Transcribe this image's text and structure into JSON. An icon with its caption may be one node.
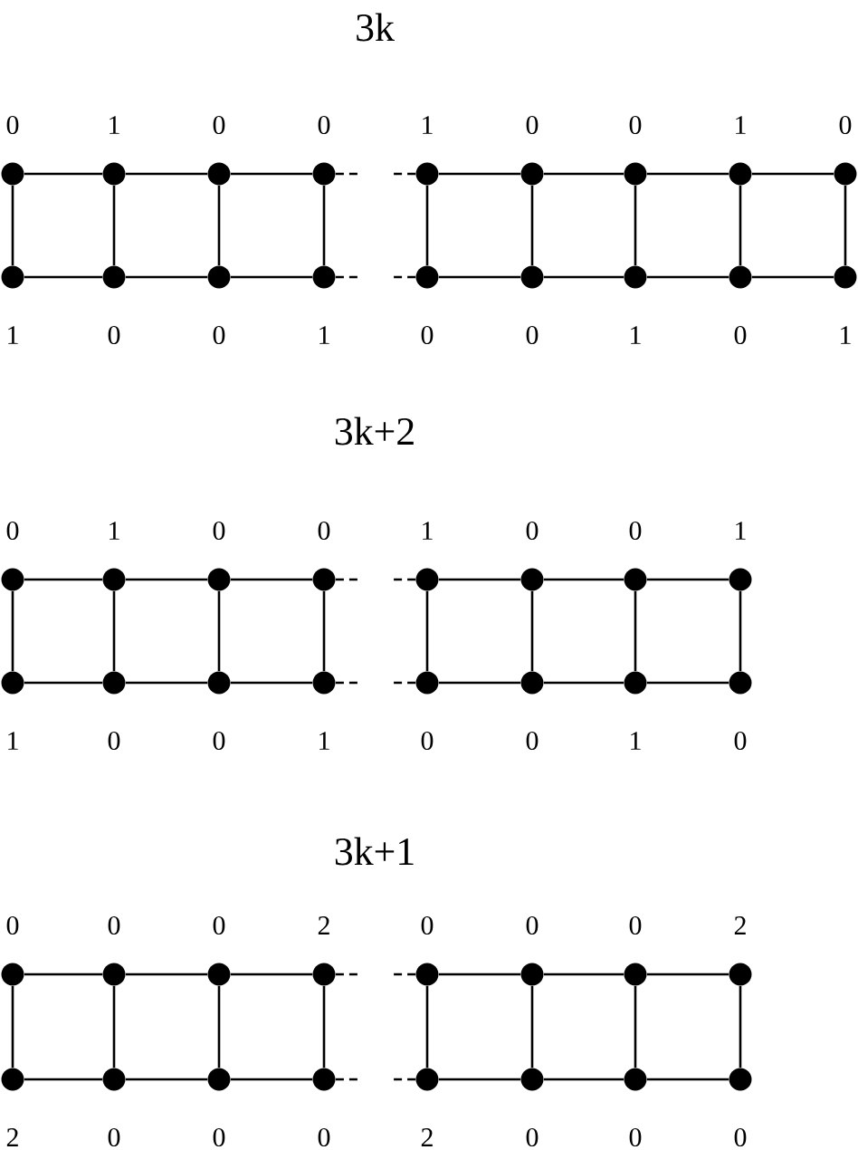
{
  "diagram": {
    "nodes": [
      {
        "text": [],
        "shape": "circle",
        "beside": [
          "0"
        ]
      },
      {
        "text": [],
        "shape": "circle",
        "beside": [
          "1"
        ]
      },
      {
        "text": [],
        "shape": "circle",
        "beside": [
          "0"
        ]
      },
      {
        "text": [],
        "shape": "circle",
        "beside": [
          "0"
        ]
      },
      {
        "text": [],
        "shape": "circle",
        "beside": [
          "1"
        ]
      },
      {
        "text": [],
        "shape": "circle",
        "beside": [
          "0"
        ]
      },
      {
        "text": [],
        "shape": "circle",
        "beside": [
          "0"
        ]
      },
      {
        "text": [],
        "shape": "circle",
        "beside": [
          "1"
        ]
      },
      {
        "text": [],
        "shape": "circle",
        "beside": [
          "0"
        ]
      },
      {
        "text": [],
        "shape": "circle",
        "beside": [
          "1"
        ]
      },
      {
        "text": [],
        "shape": "circle",
        "beside": [
          "0"
        ]
      },
      {
        "text": [],
        "shape": "circle",
        "beside": [
          "0"
        ]
      },
      {
        "text": [],
        "shape": "circle",
        "beside": [
          "1"
        ]
      },
      {
        "text": [],
        "shape": "circle",
        "beside": [
          "0"
        ]
      },
      {
        "text": [],
        "shape": "circle",
        "beside": [
          "0"
        ]
      },
      {
        "text": [],
        "shape": "circle",
        "beside": [
          "1"
        ]
      },
      {
        "text": [],
        "shape": "circle",
        "beside": [
          "0"
        ]
      },
      {
        "text": [],
        "shape": "circle",
        "beside": [
          "1"
        ]
      },
      {
        "text": [],
        "shape": "circle",
        "beside": [
          "0"
        ]
      },
      {
        "text": [],
        "shape": "circle",
        "beside": [
          "1"
        ]
      },
      {
        "text": [],
        "shape": "circle",
        "beside": [
          "0"
        ]
      },
      {
        "text": [],
        "shape": "circle",
        "beside": [
          "0"
        ]
      },
      {
        "text": [],
        "shape": "circle",
        "beside": [
          "1"
        ]
      },
      {
        "text": [],
        "shape": "circle",
        "beside": [
          "0"
        ]
      },
      {
        "text": [],
        "shape": "circle",
        "beside": [
          "0"
        ]
      },
      {
        "text": [],
        "shape": "circle",
        "beside": [
          "1"
        ]
      },
      {
        "text": [],
        "shape": "circle",
        "beside": [
          "1"
        ]
      },
      {
        "text": [],
        "shape": "circle",
        "beside": [
          "0"
        ]
      },
      {
        "text": [],
        "shape": "circle",
        "beside": [
          "0"
        ]
      },
      {
        "text": [],
        "shape": "circle",
        "beside": [
          "1"
        ]
      },
      {
        "text": [],
        "shape": "circle",
        "beside": [
          "0"
        ]
      },
      {
        "text": [],
        "shape": "circle",
        "beside": [
          "0"
        ]
      },
      {
        "text": [],
        "shape": "circle",
        "beside": [
          "1"
        ]
      },
      {
        "text": [],
        "shape": "circle",
        "beside": [
          "0"
        ]
      },
      {
        "text": [],
        "shape": "circle",
        "beside": [
          "0"
        ]
      },
      {
        "text": [],
        "shape": "circle",
        "beside": [
          "0"
        ]
      },
      {
        "text": [],
        "shape": "circle",
        "beside": [
          "0"
        ]
      },
      {
        "text": [],
        "shape": "circle",
        "beside": [
          "2"
        ]
      },
      {
        "text": [],
        "shape": "circle",
        "beside": [
          "0"
        ]
      },
      {
        "text": [],
        "shape": "circle",
        "beside": [
          "0"
        ]
      },
      {
        "text": [],
        "shape": "circle",
        "beside": [
          "0"
        ]
      },
      {
        "text": [],
        "shape": "circle",
        "beside": [
          "2"
        ]
      },
      {
        "text": [],
        "shape": "circle",
        "beside": [
          "2"
        ]
      },
      {
        "text": [],
        "shape": "circle",
        "beside": [
          "0"
        ]
      },
      {
        "text": [],
        "shape": "circle",
        "beside": [
          "0"
        ]
      },
      {
        "text": [],
        "shape": "circle",
        "beside": [
          "0"
        ]
      },
      {
        "text": [],
        "shape": "circle",
        "beside": [
          "2"
        ]
      },
      {
        "text": [],
        "shape": "circle",
        "beside": [
          "0"
        ]
      },
      {
        "text": [],
        "shape": "circle",
        "beside": [
          "0"
        ]
      },
      {
        "text": [],
        "shape": "circle",
        "beside": [
          "0"
        ]
      }
    ],
    "edges": [
      {
        "from": 0,
        "to": 1,
        "arrow": "none"
      },
      {
        "from": 1,
        "to": 2,
        "arrow": "none"
      },
      {
        "from": 2,
        "to": 3,
        "arrow": "none"
      },
      {
        "from": 3,
        "to": null,
        "arrow": "none",
        "style": "dashed"
      },
      {
        "from": 4,
        "to": null,
        "arrow": "none",
        "style": "dashed"
      },
      {
        "from": 4,
        "to": 5,
        "arrow": "none"
      },
      {
        "from": 5,
        "to": 6,
        "arrow": "none"
      },
      {
        "from": 6,
        "to": 7,
        "arrow": "none"
      },
      {
        "from": 7,
        "to": 8,
        "arrow": "none"
      },
      {
        "from": 9,
        "to": 10,
        "arrow": "none"
      },
      {
        "from": 10,
        "to": 11,
        "arrow": "none"
      },
      {
        "from": 11,
        "to": 12,
        "arrow": "none"
      },
      {
        "from": 12,
        "to": null,
        "arrow": "none",
        "style": "dashed"
      },
      {
        "from": 13,
        "to": null,
        "arrow": "none",
        "style": "dashed"
      },
      {
        "from": 13,
        "to": 14,
        "arrow": "none"
      },
      {
        "from": 14,
        "to": 15,
        "arrow": "none"
      },
      {
        "from": 15,
        "to": 16,
        "arrow": "none"
      },
      {
        "from": 16,
        "to": 17,
        "arrow": "none"
      },
      {
        "from": 0,
        "to": 9,
        "arrow": "none"
      },
      {
        "from": 1,
        "to": 10,
        "arrow": "none"
      },
      {
        "from": 2,
        "to": 11,
        "arrow": "none"
      },
      {
        "from": 3,
        "to": 12,
        "arrow": "none"
      },
      {
        "from": 4,
        "to": 13,
        "arrow": "none"
      },
      {
        "from": 5,
        "to": 14,
        "arrow": "none"
      },
      {
        "from": 6,
        "to": 15,
        "arrow": "none"
      },
      {
        "from": 7,
        "to": 16,
        "arrow": "none"
      },
      {
        "from": 8,
        "to": 17,
        "arrow": "none"
      },
      {
        "from": 18,
        "to": 19,
        "arrow": "none"
      },
      {
        "from": 19,
        "to": 20,
        "arrow": "none"
      },
      {
        "from": 20,
        "to": 21,
        "arrow": "none"
      },
      {
        "from": 21,
        "to": null,
        "arrow": "none",
        "style": "dashed"
      },
      {
        "from": 22,
        "to": null,
        "arrow": "none",
        "style": "dashed"
      },
      {
        "from": 22,
        "to": 23,
        "arrow": "none"
      },
      {
        "from": 23,
        "to": 24,
        "arrow": "none"
      },
      {
        "from": 24,
        "to": 25,
        "arrow": "none"
      },
      {
        "from": 26,
        "to": 27,
        "arrow": "none"
      },
      {
        "from": 27,
        "to": 28,
        "arrow": "none"
      },
      {
        "from": 28,
        "to": 29,
        "arrow": "none"
      },
      {
        "from": 29,
        "to": null,
        "arrow": "none",
        "style": "dashed"
      },
      {
        "from": 30,
        "to": null,
        "arrow": "none",
        "style": "dashed"
      },
      {
        "from": 30,
        "to": 31,
        "arrow": "none"
      },
      {
        "from": 31,
        "to": 32,
        "arrow": "none"
      },
      {
        "from": 32,
        "to": 33,
        "arrow": "none"
      },
      {
        "from": 18,
        "to": 26,
        "arrow": "none"
      },
      {
        "from": 19,
        "to": 27,
        "arrow": "none"
      },
      {
        "from": 20,
        "to": 28,
        "arrow": "none"
      },
      {
        "from": 21,
        "to": 29,
        "arrow": "none"
      },
      {
        "from": 22,
        "to": 30,
        "arrow": "none"
      },
      {
        "from": 23,
        "to": 31,
        "arrow": "none"
      },
      {
        "from": 24,
        "to": 32,
        "arrow": "none"
      },
      {
        "from": 25,
        "to": 33,
        "arrow": "none"
      },
      {
        "from": 34,
        "to": 35,
        "arrow": "none"
      },
      {
        "from": 35,
        "to": 36,
        "arrow": "none"
      },
      {
        "from": 36,
        "to": 37,
        "arrow": "none"
      },
      {
        "from": 37,
        "to": null,
        "arrow": "none",
        "style": "dashed"
      },
      {
        "from": 38,
        "to": null,
        "arrow": "none",
        "style": "dashed"
      },
      {
        "from": 38,
        "to": 39,
        "arrow": "none"
      },
      {
        "from": 39,
        "to": 40,
        "arrow": "none"
      },
      {
        "from": 40,
        "to": 41,
        "arrow": "none"
      },
      {
        "from": 42,
        "to": 43,
        "arrow": "none"
      },
      {
        "from": 43,
        "to": 44,
        "arrow": "none"
      },
      {
        "from": 44,
        "to": 45,
        "arrow": "none"
      },
      {
        "from": 45,
        "to": null,
        "arrow": "none",
        "style": "dashed"
      },
      {
        "from": 46,
        "to": null,
        "arrow": "none",
        "style": "dashed"
      },
      {
        "from": 46,
        "to": 47,
        "arrow": "none"
      },
      {
        "from": 47,
        "to": 48,
        "arrow": "none"
      },
      {
        "from": 48,
        "to": 49,
        "arrow": "none"
      },
      {
        "from": 34,
        "to": 42,
        "arrow": "none"
      },
      {
        "from": 35,
        "to": 43,
        "arrow": "none"
      },
      {
        "from": 36,
        "to": 44,
        "arrow": "none"
      },
      {
        "from": 37,
        "to": 45,
        "arrow": "none"
      },
      {
        "from": 38,
        "to": 46,
        "arrow": "none"
      },
      {
        "from": 39,
        "to": 47,
        "arrow": "none"
      },
      {
        "from": 40,
        "to": 48,
        "arrow": "none"
      },
      {
        "from": 41,
        "to": 49,
        "arrow": "none"
      }
    ],
    "labels": [
      "3k",
      "3k+2",
      "3k+1"
    ]
  }
}
